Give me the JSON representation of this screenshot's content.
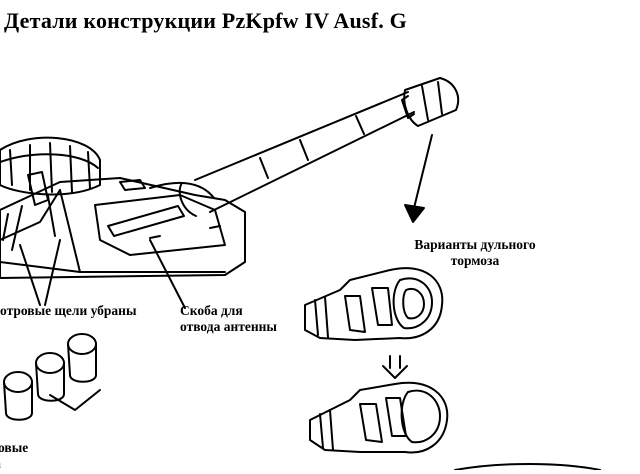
{
  "title": "Детали конструкции PzKpfw IV Ausf. G",
  "labels": {
    "muzzle_brake_line1": "Варианты дульного",
    "muzzle_brake_line2": "тормоза",
    "viewing_slots": "отровые щели убраны",
    "antenna_bracket_line1": "Скоба для",
    "antenna_bracket_line2": "отвода антенны",
    "cut_label_line1": "овые",
    "cut_label_line2": "ı"
  },
  "colors": {
    "ink": "#000000",
    "paper": "#ffffff"
  },
  "icons": {
    "direction_arrow": "arrow-down-icon",
    "hollow_arrow": "hollow-arrow-down-icon"
  }
}
